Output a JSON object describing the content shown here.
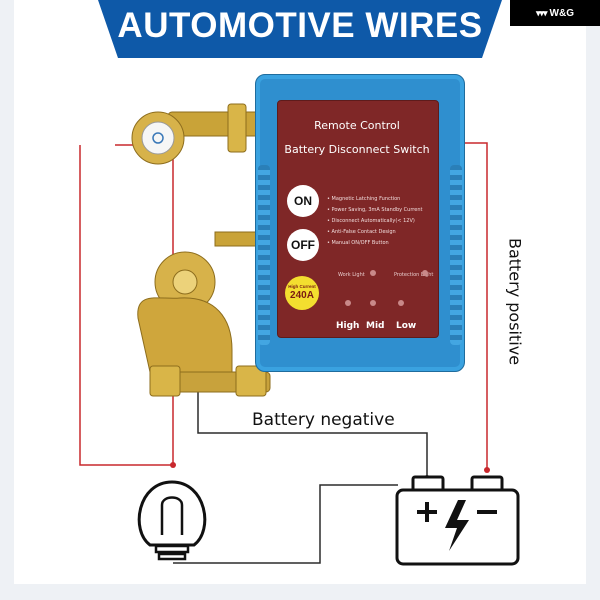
{
  "banner": {
    "title": "AUTOMOTIVE WIRES",
    "color": "#0e59a8"
  },
  "brand": {
    "logo_text": "W&G"
  },
  "device": {
    "title_line1": "Remote Control",
    "title_line2": "Battery Disconnect Switch",
    "on_label": "ON",
    "off_label": "OFF",
    "features": [
      "• Magnetic Latching Function",
      "• Power Saving, 3mA Standby Current",
      "• Disconnect Automatically(< 12V)",
      "• Anti-False Contact Design",
      "• Manual ON/OFF Button"
    ],
    "badge_small": "High Current",
    "badge_big": "240A",
    "work_light": "Work Light",
    "protection_light": "Protection Light",
    "levels": [
      "High",
      "Mid",
      "Low"
    ],
    "body_color": "#2f8fcf",
    "panel_color": "#7f2727"
  },
  "labels": {
    "battery_negative": "Battery negative",
    "battery_positive": "Battery positive"
  },
  "wires": {
    "red": "#c8282d",
    "black": "#2b2b2b"
  },
  "icons": [
    "bulb-icon",
    "battery-icon",
    "terminal-clamp-icon"
  ]
}
